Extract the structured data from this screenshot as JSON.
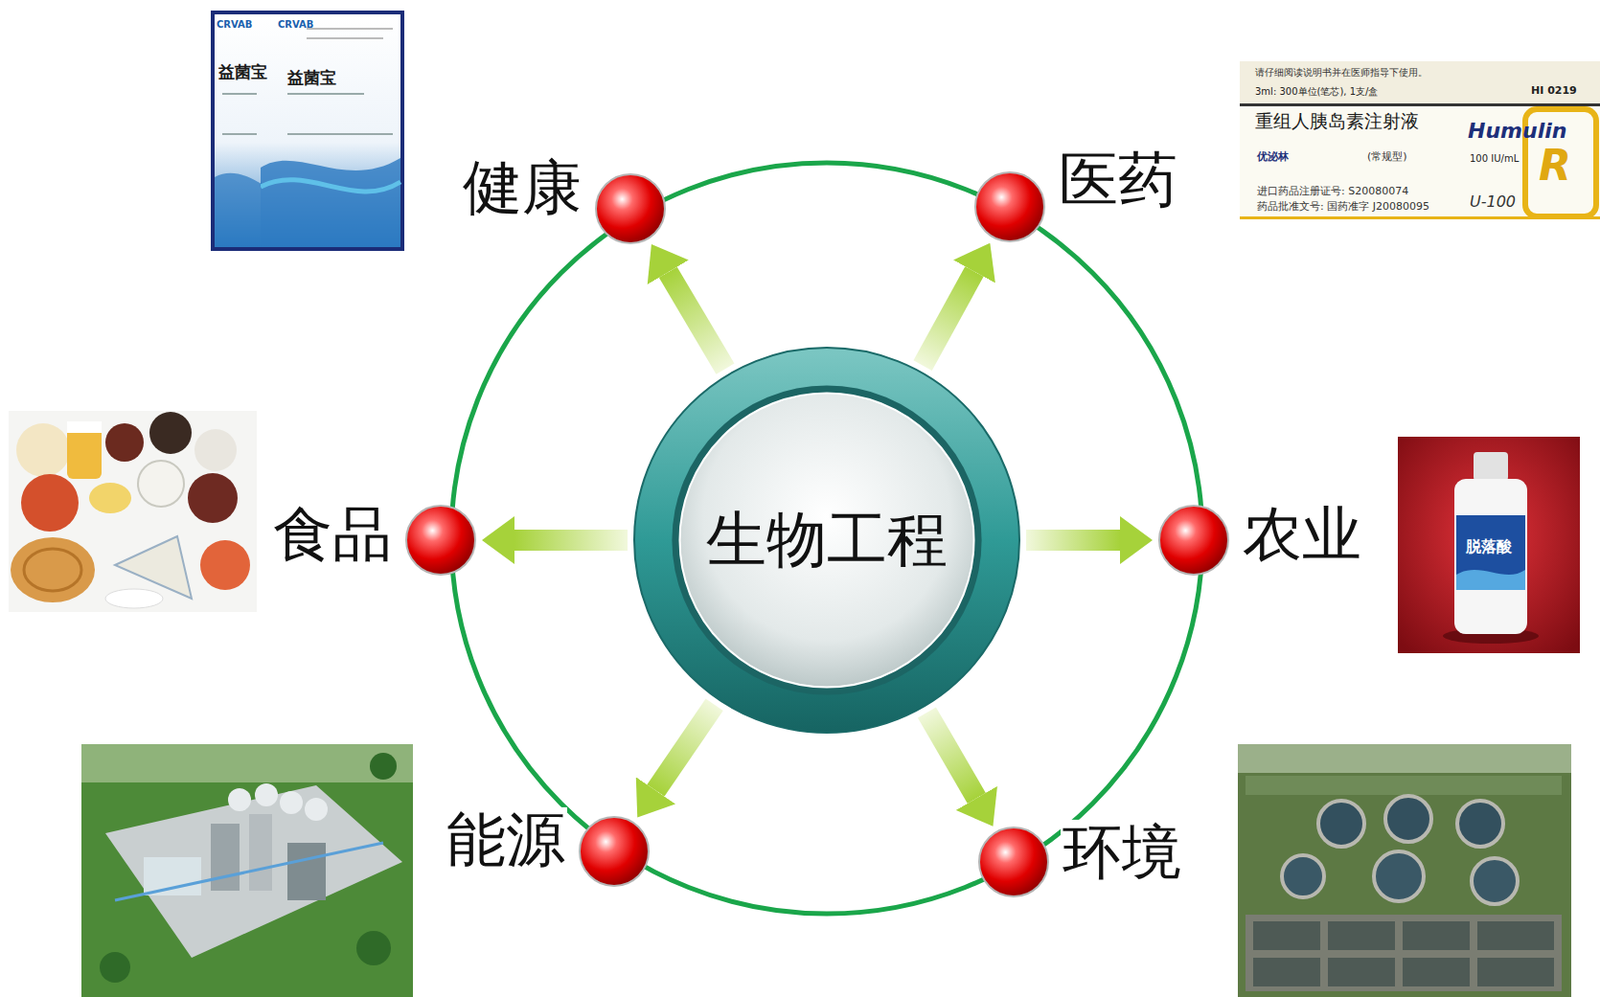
{
  "diagram": {
    "nodes": [
      {
        "text": [
          "生物工程"
        ]
      },
      {
        "text": [
          "健康"
        ]
      },
      {
        "text": [
          "医药"
        ]
      },
      {
        "text": [
          "食品"
        ]
      },
      {
        "text": [
          "农业"
        ]
      },
      {
        "text": [
          "能源"
        ]
      },
      {
        "text": [
          "环境"
        ]
      }
    ],
    "edges": [
      {
        "from": 0,
        "to": 1,
        "arrow": "to"
      },
      {
        "from": 0,
        "to": 2,
        "arrow": "to"
      },
      {
        "from": 0,
        "to": 3,
        "arrow": "to"
      },
      {
        "from": 0,
        "to": 4,
        "arrow": "to"
      },
      {
        "from": 0,
        "to": 5,
        "arrow": "to"
      },
      {
        "from": 0,
        "to": 6,
        "arrow": "to"
      }
    ],
    "labels": [
      "CRVAB",
      "CRVAB",
      "益菌宝",
      "益菌宝",
      "请仔细阅读说明书并在医师指导下使用。",
      "3ml: 300单位(笔芯), 1支/盒",
      "HI 0219",
      "重组人胰岛素注射液",
      "Humulin",
      "优泌林",
      "(常规型)",
      "100 IU/mL",
      "R",
      "进口药品注册证号: S20080074",
      "药品批准文号: 国药准字 J20080095",
      "U-100",
      "脱落酸"
    ]
  }
}
